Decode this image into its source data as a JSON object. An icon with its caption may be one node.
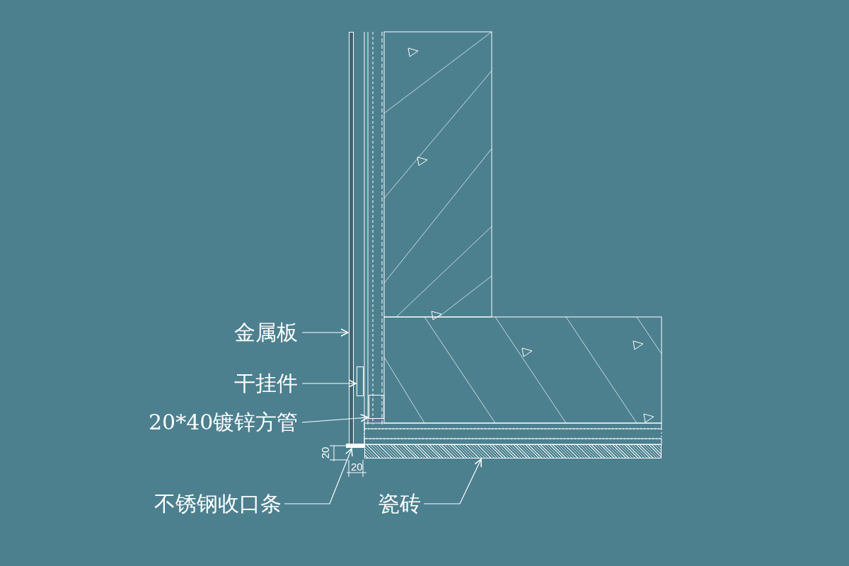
{
  "diagram": {
    "nodes": [
      {
        "text": [
          "金属板"
        ]
      },
      {
        "text": [
          "干挂件"
        ]
      },
      {
        "text": [
          "20*40镀锌方管"
        ]
      },
      {
        "text": [
          "不锈钢收口条"
        ]
      },
      {
        "text": [
          "瓷砖"
        ]
      },
      {
        "text": [],
        "shape": "bar"
      },
      {
        "text": [],
        "shape": "box"
      },
      {
        "text": [],
        "shape": "box"
      },
      {
        "text": [],
        "shape": "bar"
      },
      {
        "text": [],
        "shape": "bar"
      }
    ],
    "edges": [
      {
        "from": 0,
        "to": 5,
        "arrow": "to"
      },
      {
        "from": 1,
        "to": 6,
        "arrow": "to"
      },
      {
        "from": 2,
        "to": 7,
        "arrow": "to"
      },
      {
        "from": 3,
        "to": 8,
        "arrow": "to"
      },
      {
        "from": 4,
        "to": 9,
        "arrow": "to"
      }
    ],
    "labels": [
      "20",
      "20"
    ]
  }
}
